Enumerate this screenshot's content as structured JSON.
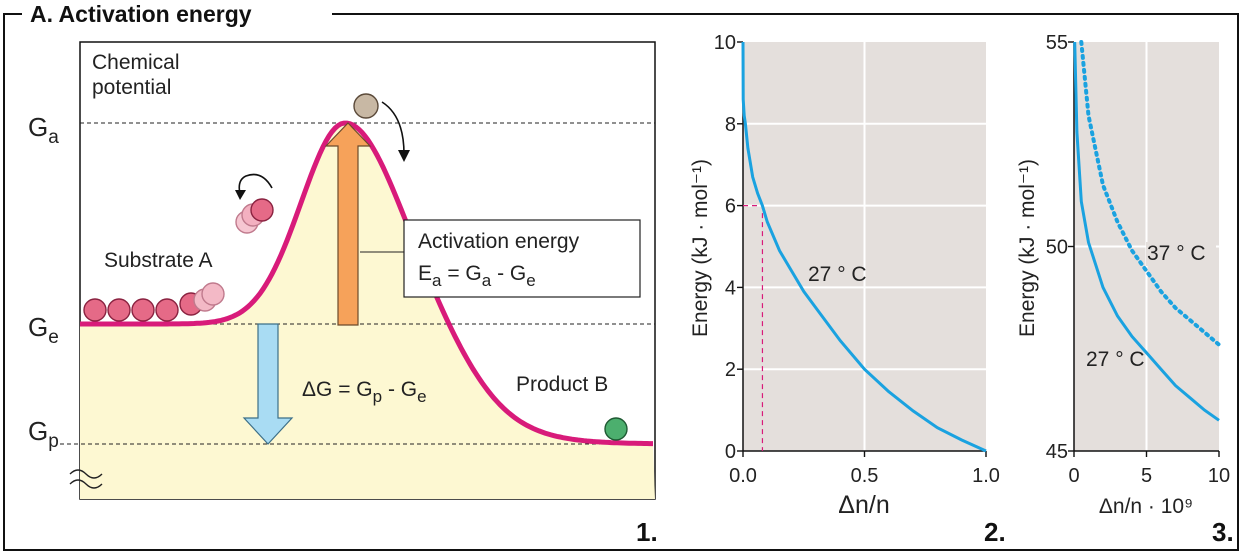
{
  "figure": {
    "title": "A. Activation energy",
    "panel_numbers": [
      "1.",
      "2.",
      "3."
    ]
  },
  "panel1": {
    "chemical_potential": [
      "Chemical",
      "potential"
    ],
    "levels": {
      "Ga": "G",
      "Ga_sub": "a",
      "Ge": "G",
      "Ge_sub": "e",
      "Gp": "G",
      "Gp_sub": "p"
    },
    "substrate_label": "Substrate A",
    "product_label": "Product B",
    "activation_box": {
      "line1": "Activation energy",
      "line2_E": "E",
      "line2_Esub": "a",
      "line2_eq": " = G",
      "line2_Gsub1": "a",
      "line2_minus": " - G",
      "line2_Gsub2": "e"
    },
    "deltaG": {
      "prefix": "ΔG = G",
      "sub1": "p",
      "minus": " - G",
      "sub2": "e"
    },
    "colors": {
      "curve": "#d81b7a",
      "fill": "#fdf8d2",
      "up_arrow": "#f6a25a",
      "down_arrow": "#a9dcf3",
      "substrate_ball": "#e56a87",
      "product_ball": "#4caf6e",
      "top_ball": "#c8b8a4"
    }
  },
  "chart_data": [
    {
      "type": "line",
      "panel": "2",
      "title": "",
      "xlabel": "Δn/n",
      "ylabel": "Energy (kJ · mol⁻¹)",
      "xlim": [
        0,
        1.0
      ],
      "ylim": [
        0,
        10
      ],
      "x_ticks": [
        "0.0",
        "0.5",
        "1.0"
      ],
      "y_ticks": [
        "0",
        "2",
        "4",
        "6",
        "8",
        "10"
      ],
      "series": [
        {
          "name": "27 ° C",
          "x": [
            0.0002,
            0.001,
            0.005,
            0.01,
            0.02,
            0.04,
            0.06,
            0.08,
            0.1,
            0.15,
            0.2,
            0.25,
            0.3,
            0.4,
            0.5,
            0.6,
            0.7,
            0.8,
            0.9,
            1.0
          ],
          "y": [
            10,
            8.6,
            8.2,
            8.0,
            7.4,
            6.7,
            6.3,
            6.0,
            5.6,
            4.9,
            4.4,
            3.9,
            3.5,
            2.7,
            2.0,
            1.45,
            0.98,
            0.57,
            0.27,
            0.0
          ]
        }
      ],
      "colors": {
        "line": "#1aa2e0",
        "bg": "#e4dfdc",
        "grid": "#ffffff",
        "marker": "#d81b7a"
      }
    },
    {
      "type": "line",
      "panel": "3",
      "title": "",
      "xlabel": "Δn/n · 10⁹",
      "ylabel": "Energy (kJ · mol⁻¹)",
      "xlim": [
        0,
        10
      ],
      "ylim": [
        45,
        55
      ],
      "x_ticks": [
        "0",
        "5",
        "10"
      ],
      "y_ticks": [
        "45",
        "50",
        "55"
      ],
      "series": [
        {
          "name": "27 ° C",
          "x": [
            0.05,
            0.2,
            0.5,
            1,
            2,
            3,
            4,
            5,
            6,
            7,
            8,
            9,
            10
          ],
          "y": [
            55,
            52.8,
            51.1,
            50.1,
            49.0,
            48.3,
            47.8,
            47.4,
            47.0,
            46.6,
            46.3,
            46.0,
            45.75
          ]
        },
        {
          "name": "37 ° C",
          "x": [
            0.5,
            1,
            2,
            3,
            4,
            5,
            6,
            7,
            8,
            9,
            10
          ],
          "y": [
            55,
            53.2,
            51.5,
            50.6,
            49.9,
            49.4,
            48.9,
            48.5,
            48.2,
            47.9,
            47.6
          ],
          "style": "dotted"
        }
      ],
      "colors": {
        "line": "#1aa2e0",
        "bg": "#e4dfdc",
        "grid": "#ffffff"
      }
    }
  ]
}
